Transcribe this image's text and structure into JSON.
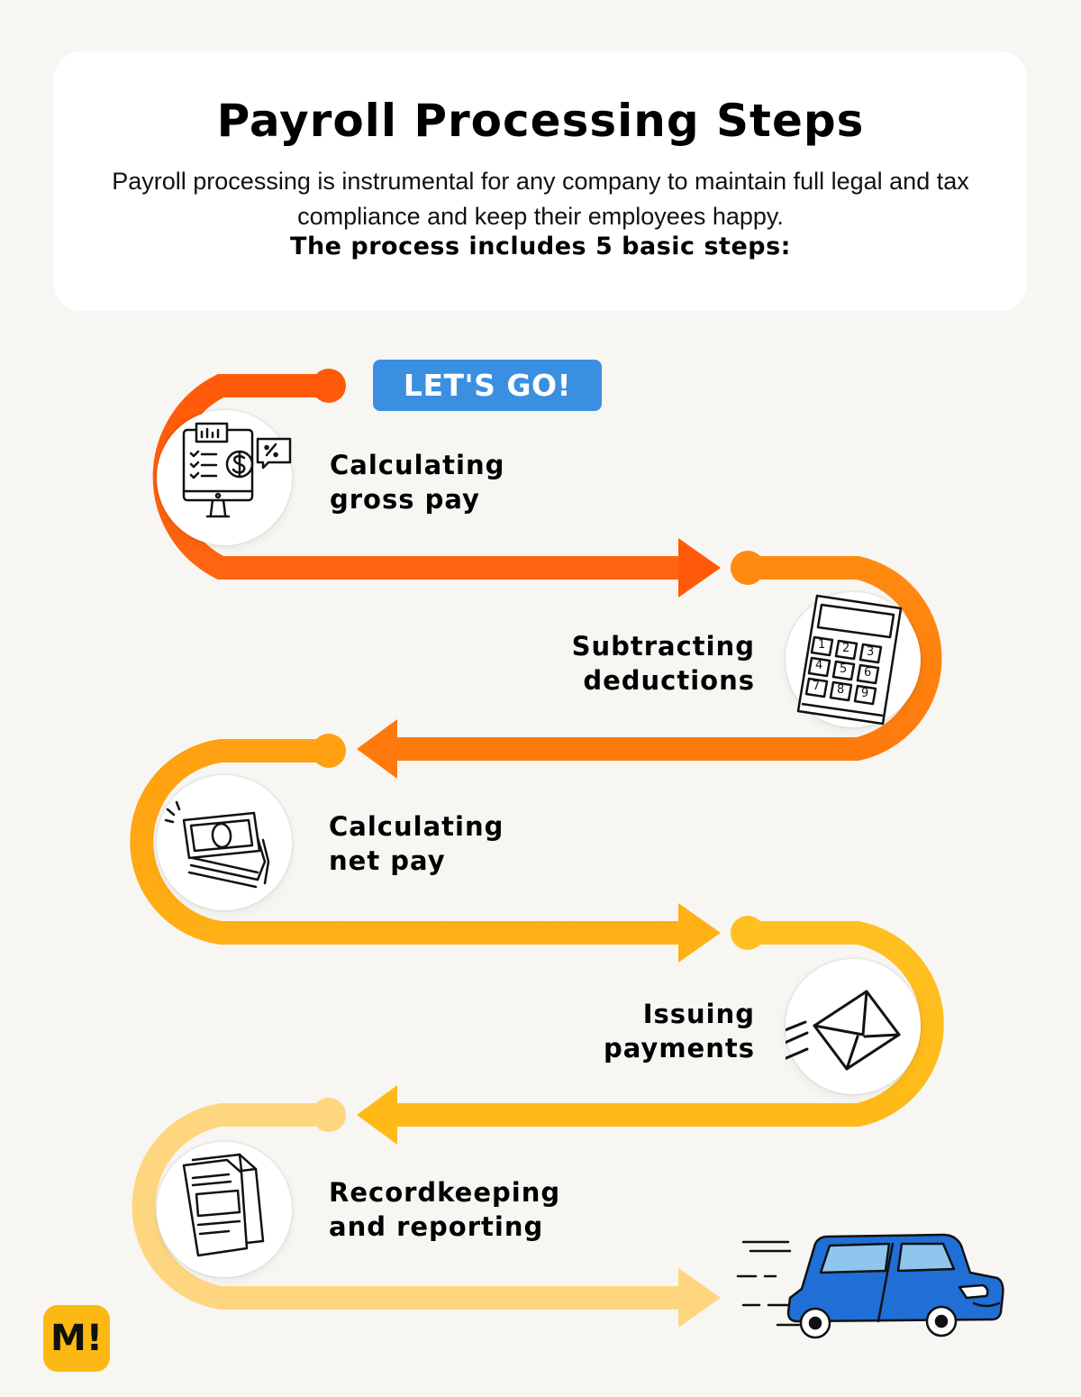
{
  "header": {
    "title": "Payroll Processing Steps",
    "subtitle": "Payroll processing is instrumental for any company to maintain full legal and tax compliance and keep their employees happy.",
    "subtitle_bold": "The process includes 5 basic steps:"
  },
  "start_badge": "LET'S GO!",
  "steps": [
    {
      "label": "Calculating\ngross pay",
      "icon": "monitor-dollar-icon",
      "color": "#ff5a0a"
    },
    {
      "label": "Subtracting\ndeductions",
      "icon": "calculator-icon",
      "color": "#ff7f0f"
    },
    {
      "label": "Calculating\nnet pay",
      "icon": "cash-stack-icon",
      "color": "#ffa512"
    },
    {
      "label": "Issuing\npayments",
      "icon": "envelope-icon",
      "color": "#ffbe1a"
    },
    {
      "label": "Recordkeeping\nand reporting",
      "icon": "documents-icon",
      "color": "#ffd680"
    }
  ],
  "calculator_keys": [
    "1",
    "2",
    "3",
    "4",
    "5",
    "6",
    "7",
    "8",
    "9"
  ],
  "logo_text": "M!",
  "colors": {
    "badge": "#3a8fe0",
    "car": "#1f6fd6",
    "logo": "#fdb913"
  }
}
